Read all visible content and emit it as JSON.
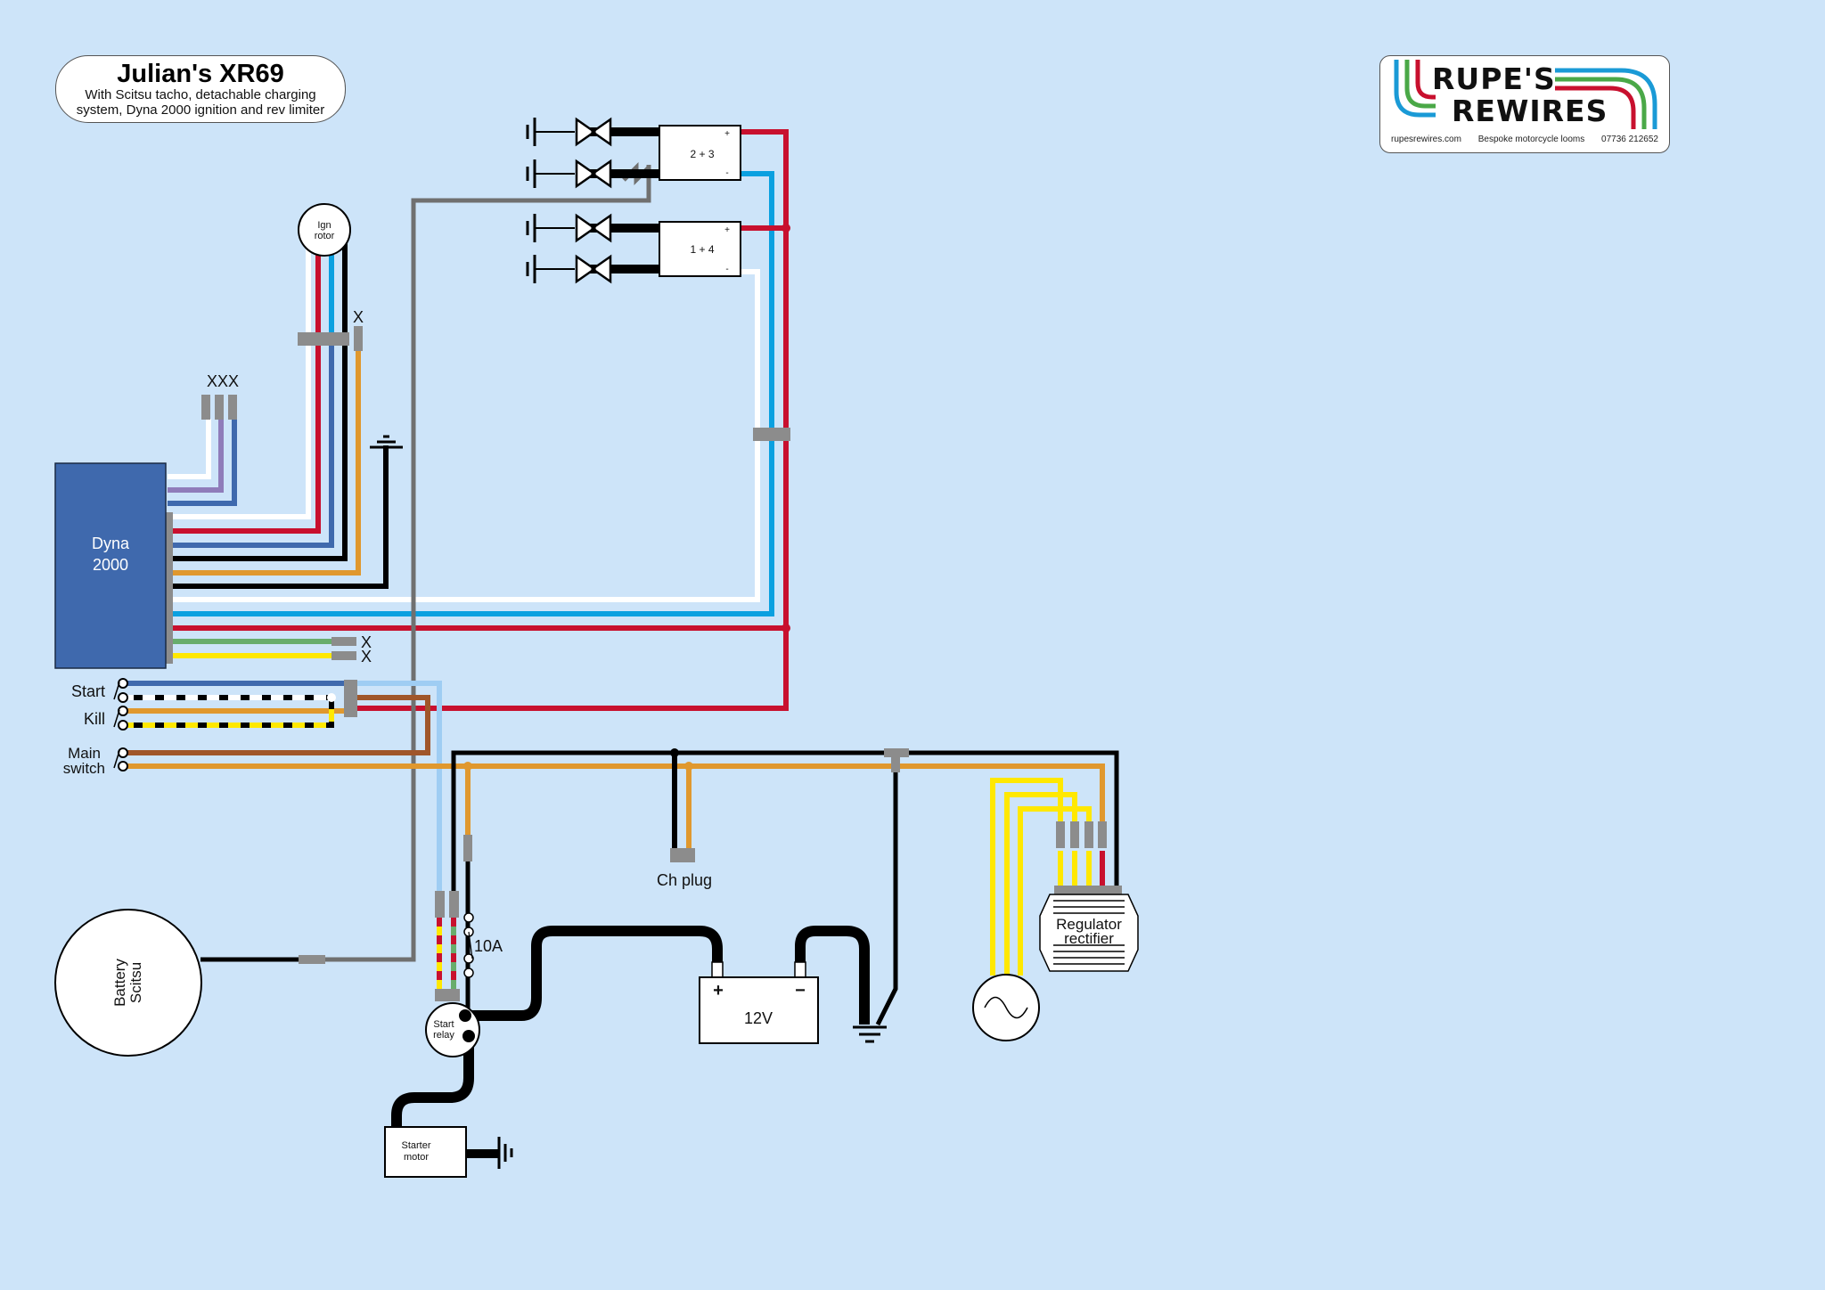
{
  "title": {
    "main": "Julian's XR69",
    "subtitle_line1": "With Scitsu tacho, detachable charging",
    "subtitle_line2": "system, Dyna 2000 ignition and rev limiter"
  },
  "logo": {
    "line1": "RUPE'S",
    "line2": "REWIRES",
    "website": "rupesrewires.com",
    "tagline": "Bespoke motorcycle looms",
    "phone": "07736 212652",
    "stripe_colors": [
      "#1a9ad6",
      "#4aa847",
      "#c8102e"
    ]
  },
  "components": {
    "ign_rotor": {
      "line1": "Ign",
      "line2": "rotor"
    },
    "dyna": {
      "line1": "Dyna",
      "line2": "2000"
    },
    "coil_23": {
      "label": "2 + 3",
      "plus": "+",
      "minus": "-"
    },
    "coil_14": {
      "label": "1 + 4",
      "plus": "+",
      "minus": "-"
    },
    "battery_scitsu": {
      "line1": "Battery",
      "line2": "Scitsu"
    },
    "start_relay": {
      "line1": "Start",
      "line2": "relay"
    },
    "starter_motor": {
      "line1": "Starter",
      "line2": "motor"
    },
    "battery": {
      "label": "12V",
      "plus": "+",
      "minus": "−"
    },
    "fuse": {
      "label": "10A"
    },
    "charge_plug": {
      "label": "Ch plug"
    },
    "reg_rect": {
      "line1": "Regulator",
      "line2": "rectifier"
    }
  },
  "switches": {
    "start": "Start",
    "kill": "Kill",
    "main_line1": "Main",
    "main_line2": "switch"
  },
  "unused_markers": {
    "xxx": "XXX",
    "x": "X"
  },
  "wire_colors": {
    "black": "#000000",
    "red": "#c8102e",
    "blue": "#3f69ad",
    "light_blue": "#0aa0e0",
    "pale_blue": "#9fcdf3",
    "white": "#ffffff",
    "orange": "#e0982e",
    "brown": "#a0562a",
    "green": "#68ad6c",
    "yellow": "#ffe800",
    "purple": "#8f7cba",
    "grey": "#707070",
    "connector": "#8c8c8c",
    "dyna_box": "#3f69ad",
    "background": "#cde4f9"
  }
}
